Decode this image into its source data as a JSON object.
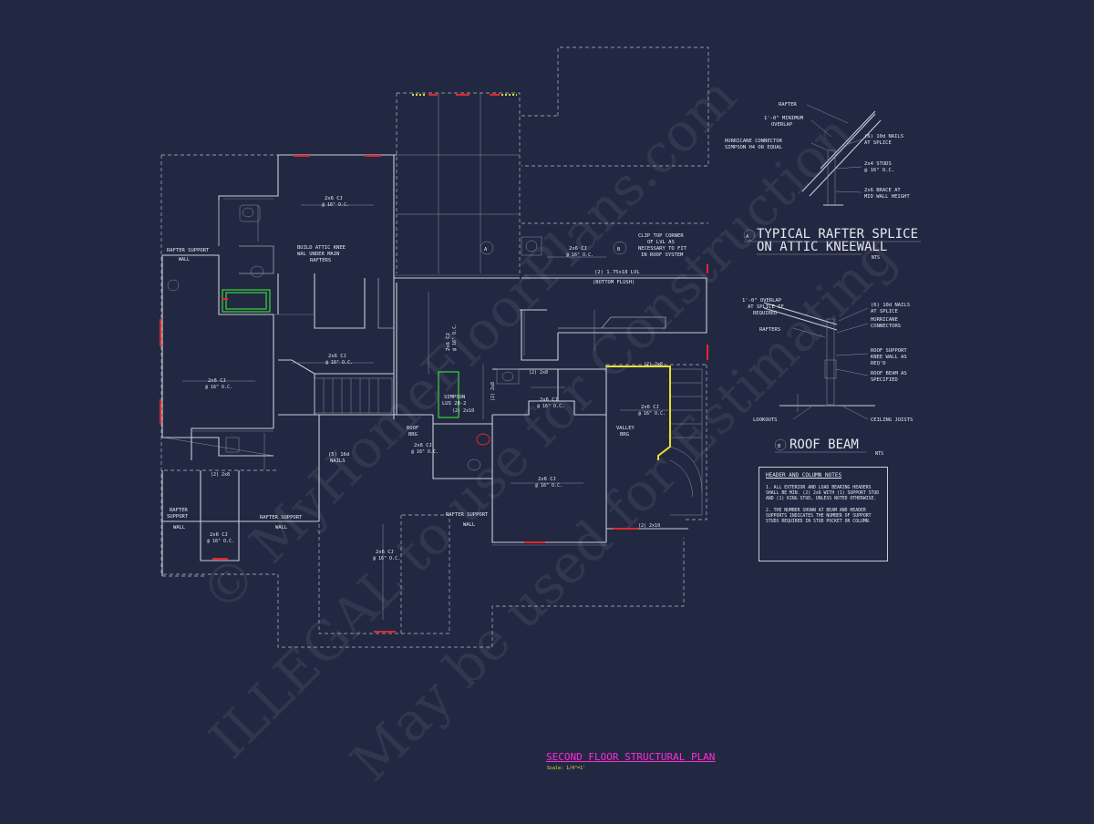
{
  "title": "SECOND FLOOR STRUCTURAL PLAN",
  "scale": "Scale: 1/4\"=1'",
  "watermark_lines": [
    "© MyHomeFloorPlans.com",
    "ILLEGAL to use for Construction",
    "May be used for Estimating"
  ],
  "room_labels": {
    "cj_1": "2x6 CJ",
    "cj_1_oc": "@ 16\" O.C.",
    "cj_2": "2x6 CJ",
    "cj_2_oc": "@ 16\" O.C.",
    "cj_3": "2x6 CJ",
    "cj_3_oc": "@ 16\" O.C.",
    "cj_4": "2x6 CJ",
    "cj_4_oc": "@ 16\" O.C.",
    "cj_5": "2x6 CJ",
    "cj_5_oc": "@ 16\" O.C.",
    "cj_6": "2x6 CJ",
    "cj_6_oc": "@ 16\" O.C.",
    "cj_7": "2x6 CJ",
    "cj_7_oc": "@ 16\" O.C.",
    "cj_8": "2x6 CJ",
    "cj_8_oc": "@ 16\" O.C.",
    "cj_9": "2x6 CJ",
    "cj_9_oc": "@ 16\" O.C.",
    "cj_10": "2x6 CJ",
    "cj_10_oc": "@ 16\" O.C.",
    "cj_11": "2x6 CJ",
    "cj_11_oc": "@ 16\" O.C.",
    "rafter_support_1": "RAFTER SUPPORT",
    "rafter_support_1b": "WALL",
    "build_attic_1": "BUILD ATTIC KNEE",
    "build_attic_2": "WAL UNDER MAIN",
    "build_attic_3": "RAFTERS",
    "clip_1": "CLIP TOP CORNER",
    "clip_2": "OF LVL AS",
    "clip_3": "NECESSARY TO FIT",
    "clip_4": "IN ROOF SYSTEM",
    "lvl": "(2) 1.75x18 LVL",
    "lvl_flush": "(BOTTOM FLUSH)",
    "simpson_1": "SIMPSON",
    "simpson_2": "LUS 28-2",
    "two_2x10_a": "(2) 2x10",
    "two_2x8_a": "(2) 2x8",
    "two_2x8_b": "(2) 2x8",
    "two_2x8_c": "(2) 2x8",
    "two_2x10_b": "(2) 2x10",
    "roof_brg_1": "ROOF",
    "roof_brg_2": "BRG",
    "valley_1": "VALLEY",
    "valley_2": "BRG",
    "nails_1": "(5) 16d",
    "nails_2": "NAILS",
    "rafter_support_2": "RAFTER",
    "rafter_support_2b": "SUPPORT",
    "rafter_support_2c": "WALL",
    "rafter_support_3": "RAFTER SUPPORT",
    "rafter_support_3b": "WALL",
    "rafter_support_4": "RAFTER SUPPORT",
    "rafter_support_4b": "WALL",
    "two_2x8_d": "(2) 2x8",
    "tag_a": "A",
    "tag_b": "B"
  },
  "detail_a": {
    "rafter": "RAFTER",
    "overlap_1": "1'-0\" MINIMUM",
    "overlap_2": "OVERLAP",
    "hurricane_1": "HURRICANE CONNECTOR",
    "hurricane_2": "SIMPSON H4 OR EQUAL",
    "nails_1": "(6) 10d NAILS",
    "nails_2": "AT SPLICE",
    "studs_1": "2x4 STUDS",
    "studs_2": "@ 16\" O.C.",
    "brace_1": "2x6 BRACE AT",
    "brace_2": "MID WALL HEIGHT",
    "tag": "A",
    "title_1": "TYPICAL RAFTER SPLICE",
    "title_2": "ON ATTIC KNEEWALL",
    "nts": "NTS"
  },
  "detail_b": {
    "overlap_1": "1'-0\" OVERLAP",
    "overlap_2": "AT SPLICE IF",
    "overlap_3": "REQUIRED",
    "nails_1": "(6) 10d NAILS",
    "nails_2": "AT SPLICE",
    "hurricane_1": "HURRICANE",
    "hurricane_2": "CONNECTORS",
    "rafters": "RAFTERS",
    "knee_1": "ROOF SUPPORT",
    "knee_2": "KNEE WALL AS",
    "knee_3": "REQ'D",
    "beam_1": "ROOF BEAM AS",
    "beam_2": "SPECIFIED",
    "lookouts": "LOOKOUTS",
    "ceiling": "CEILING JOISTS",
    "tag": "B",
    "title": "ROOF BEAM",
    "nts": "NTS"
  },
  "notes": {
    "title": "HEADER AND COLUMN NOTES",
    "note_1": "1. ALL EXTERIOR AND LOAD BEARING HEADERS SHALL BE MIN. (2) 2x6 WITH (1) SUPPORT STUD AND (1) KING STUD, UNLESS NOTED OTHERWISE.",
    "note_2": "2. THE NUMBER SHOWN AT BEAM AND HEADER SUPPORTS INDICATES THE NUMBER OF SUPPORT STUDS REQUIRED IN STUD POCKET OR COLUMN."
  },
  "colors": {
    "background": "#232842",
    "line": "#c9cbd6",
    "title": "#ff2bd6",
    "scale": "#e8e02a",
    "header_red": "#e02828",
    "beam_yellow": "#e8e02a",
    "tub_green": "#38d43a"
  }
}
